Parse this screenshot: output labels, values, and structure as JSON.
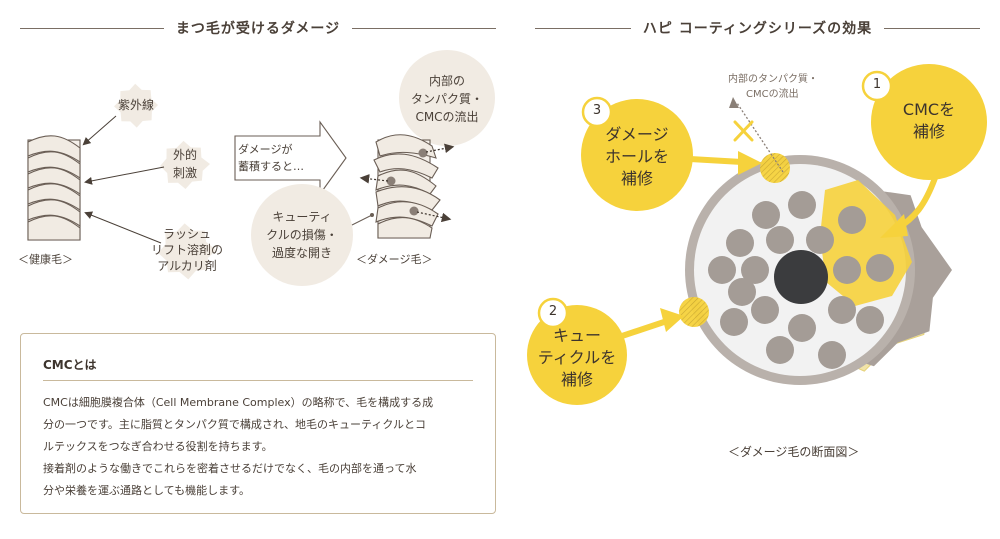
{
  "left_header": "まつ毛が受けるダメージ",
  "right_header": "ハピ コーティングシリーズの効果",
  "damage": {
    "uv": "紫外線",
    "external": [
      "外的",
      "刺激"
    ],
    "remover": [
      "ラッシュ",
      "リフト溶剤の",
      "アルカリ剤"
    ],
    "healthy_label": "＜健康毛＞",
    "accumulate": [
      "ダメージが",
      "蓄積すると…"
    ],
    "internal_loss": [
      "内部の",
      "タンパク質・",
      "CMCの流出"
    ],
    "cuticle_damage": [
      "キューティ",
      "クルの損傷・",
      "過度な開き"
    ],
    "damaged_label": "＜ダメージ毛＞"
  },
  "info_box": {
    "title": "CMCとは",
    "paragraphs": [
      "CMCは細胞膜複合体（Cell Membrane Complex）の略称で、毛を構成する成",
      "分の一つです。主に脂質とタンパク質で構成され、地毛のキューティクルとコ",
      "ルテックスをつなぎ合わせる役割を持ちます。",
      "接着剤のような働きでこれらを密着させるだけでなく、毛の内部を通って水",
      "分や栄養を運ぶ通路としても機能します。"
    ]
  },
  "effects": {
    "outflow_note": [
      "内部のタンパク質・",
      "CMCの流出"
    ],
    "items": [
      {
        "number": "1",
        "text": [
          "CMCを",
          "補修"
        ]
      },
      {
        "number": "2",
        "text": [
          "キュー",
          "ティクルを",
          "補修"
        ]
      },
      {
        "number": "3",
        "text": [
          "ダメージ",
          "ホールを",
          "補修"
        ]
      }
    ],
    "caption": "＜ダメージ毛の断面図＞"
  },
  "colors": {
    "yellow": "#f6d23c",
    "beige": "#f1ebe3",
    "dark": "#4a4038",
    "gray": "#b1a8a1",
    "core": "#3b3c3e"
  }
}
